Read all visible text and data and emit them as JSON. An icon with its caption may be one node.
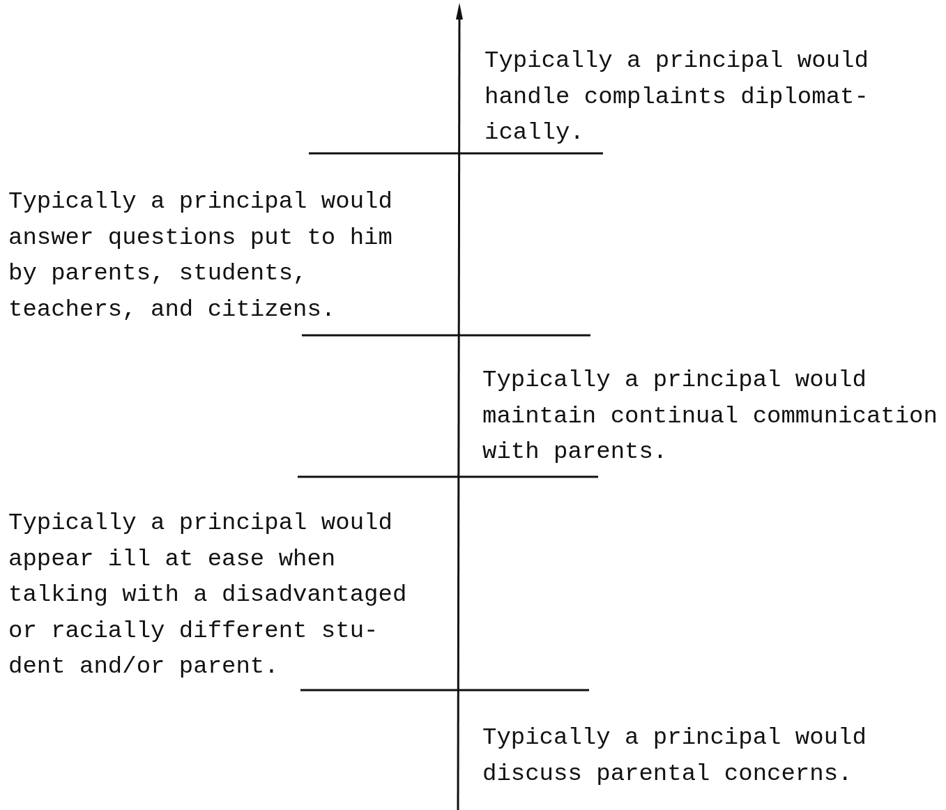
{
  "diagram": {
    "labels": [
      "Typically a principal would handle complaints diplomat- ically.",
      "Typically a principal would answer questions put to him by parents, students, teachers, and citizens.",
      "Typically a principal would maintain continual communication with parents.",
      "Typically a principal would appear ill at ease when talking with a disadvantaged or racially different stu- dent and/or parent.",
      "Typically a principal would discuss parental concerns."
    ]
  }
}
